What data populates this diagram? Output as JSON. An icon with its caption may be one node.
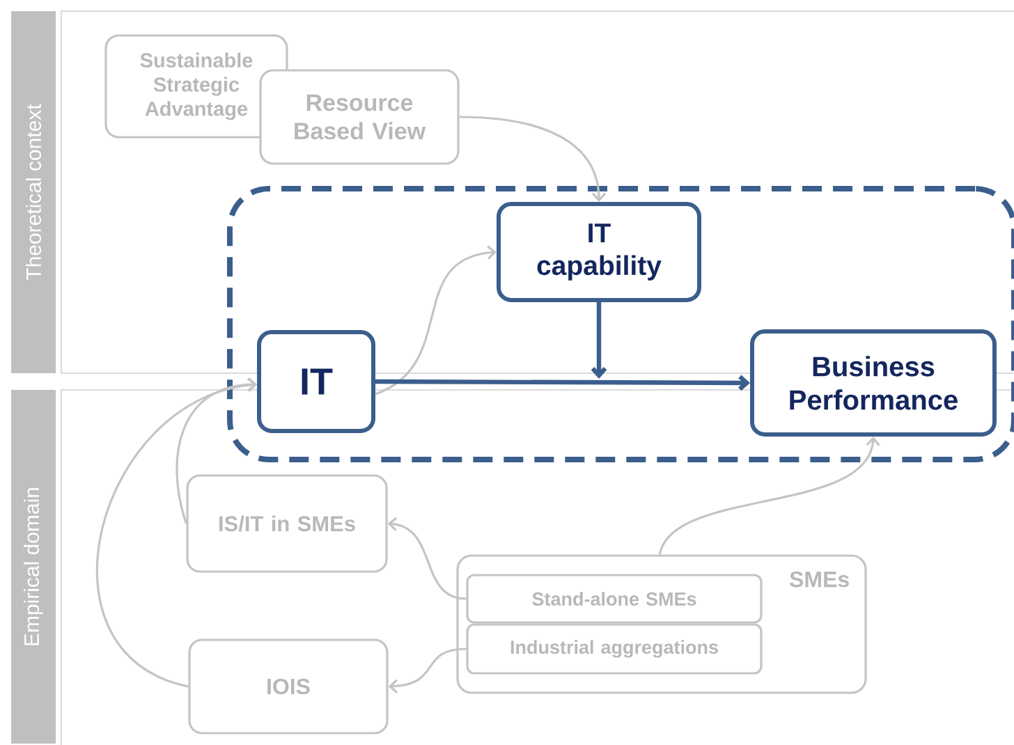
{
  "diagram": {
    "nodes": [
      {
        "text": [
          "Theoretical context"
        ]
      },
      {
        "text": [
          "Empirical domain"
        ]
      },
      {
        "text": [
          "Sustainable Strategic Advantage"
        ]
      },
      {
        "text": [
          "Resource Based View"
        ]
      },
      {
        "text": [],
        "shape": "box"
      },
      {
        "text": [
          "IT capability"
        ],
        "in": 4
      },
      {
        "text": [
          "IT"
        ],
        "in": 4
      },
      {
        "text": [
          "Business Performance"
        ],
        "in": 4
      },
      {
        "text": [
          "IS/IT in SMEs"
        ]
      },
      {
        "text": [
          "SMEs"
        ]
      },
      {
        "text": [
          "Stand-alone SMEs"
        ],
        "in": 9
      },
      {
        "text": [
          "Industrial aggregations"
        ],
        "in": 9
      },
      {
        "text": [
          "IOIS"
        ]
      }
    ],
    "edges": [
      {
        "from": 3,
        "to": 5,
        "arrow": "to"
      },
      {
        "from": 6,
        "to": 5,
        "arrow": "to"
      },
      {
        "from": 5,
        "to": null,
        "arrow": "to",
        "style": "thick",
        "color": "#3b5e8c"
      },
      {
        "from": 6,
        "to": 7,
        "arrow": "to",
        "style": "thick",
        "color": "#3b5e8c"
      },
      {
        "from": 8,
        "to": 6,
        "arrow": "to"
      },
      {
        "from": 12,
        "to": 6,
        "arrow": "to"
      },
      {
        "from": 9,
        "to": 7,
        "arrow": "to"
      },
      {
        "from": 10,
        "to": 8,
        "arrow": "to"
      },
      {
        "from": 11,
        "to": 12,
        "arrow": "to"
      }
    ]
  }
}
